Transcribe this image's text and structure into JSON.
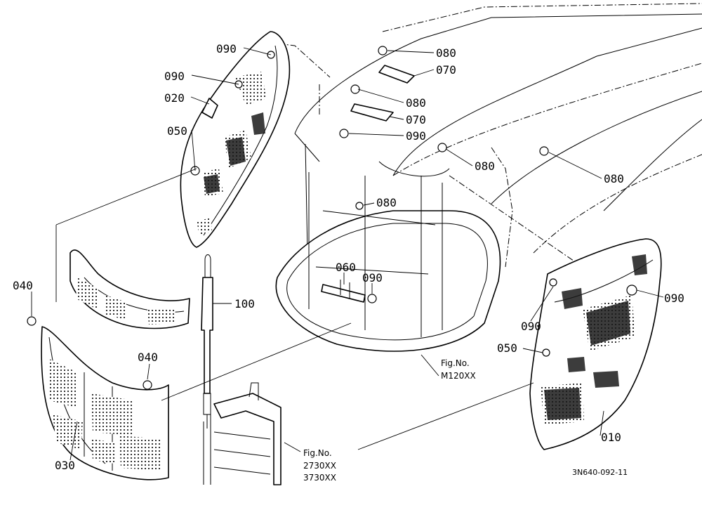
{
  "labels": {
    "p010": "010",
    "p020": "020",
    "p030": "030",
    "p040a": "040",
    "p040b": "040",
    "p050a": "050",
    "p050b": "050",
    "p060": "060",
    "p070a": "070",
    "p070b": "070",
    "p080a": "080",
    "p080b": "080",
    "p080c": "080",
    "p080d": "080",
    "p080e": "080",
    "p090a": "090",
    "p090b": "090",
    "p090c": "090",
    "p090d": "090",
    "p090e": "090",
    "p090f": "090",
    "p100": "100"
  },
  "references": {
    "fig1_line1": "Fig.No.",
    "fig1_line2": "M120XX",
    "fig2_line1": "Fig.No.",
    "fig2_line2": "2730XX",
    "fig2_line3": "3730XX"
  },
  "drawing_code": "3N640-092-11"
}
